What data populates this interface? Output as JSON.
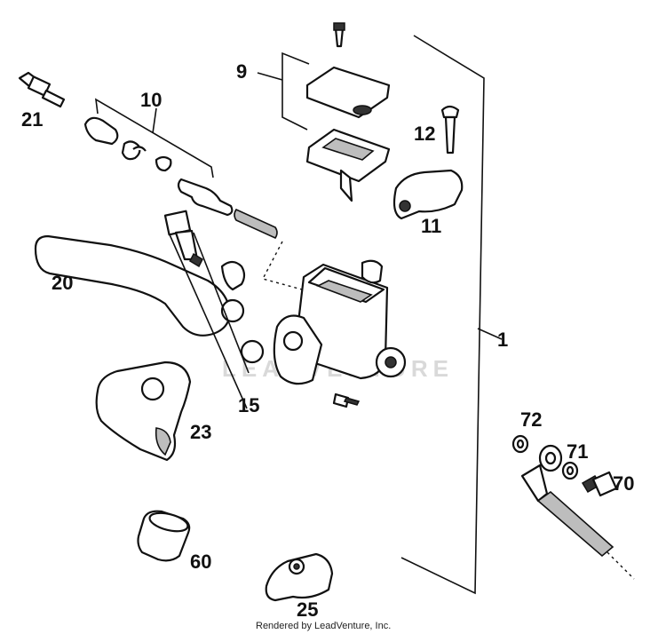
{
  "labels": {
    "p1": "1",
    "p9": "9",
    "p10": "10",
    "p11": "11",
    "p12": "12",
    "p15": "15",
    "p20": "20",
    "p21": "21",
    "p23": "23",
    "p25": "25",
    "p60": "60",
    "p70": "70",
    "p71": "71",
    "p72": "72"
  },
  "watermark": "LEADVENTURE",
  "credit": "Rendered by LeadVenture, Inc."
}
